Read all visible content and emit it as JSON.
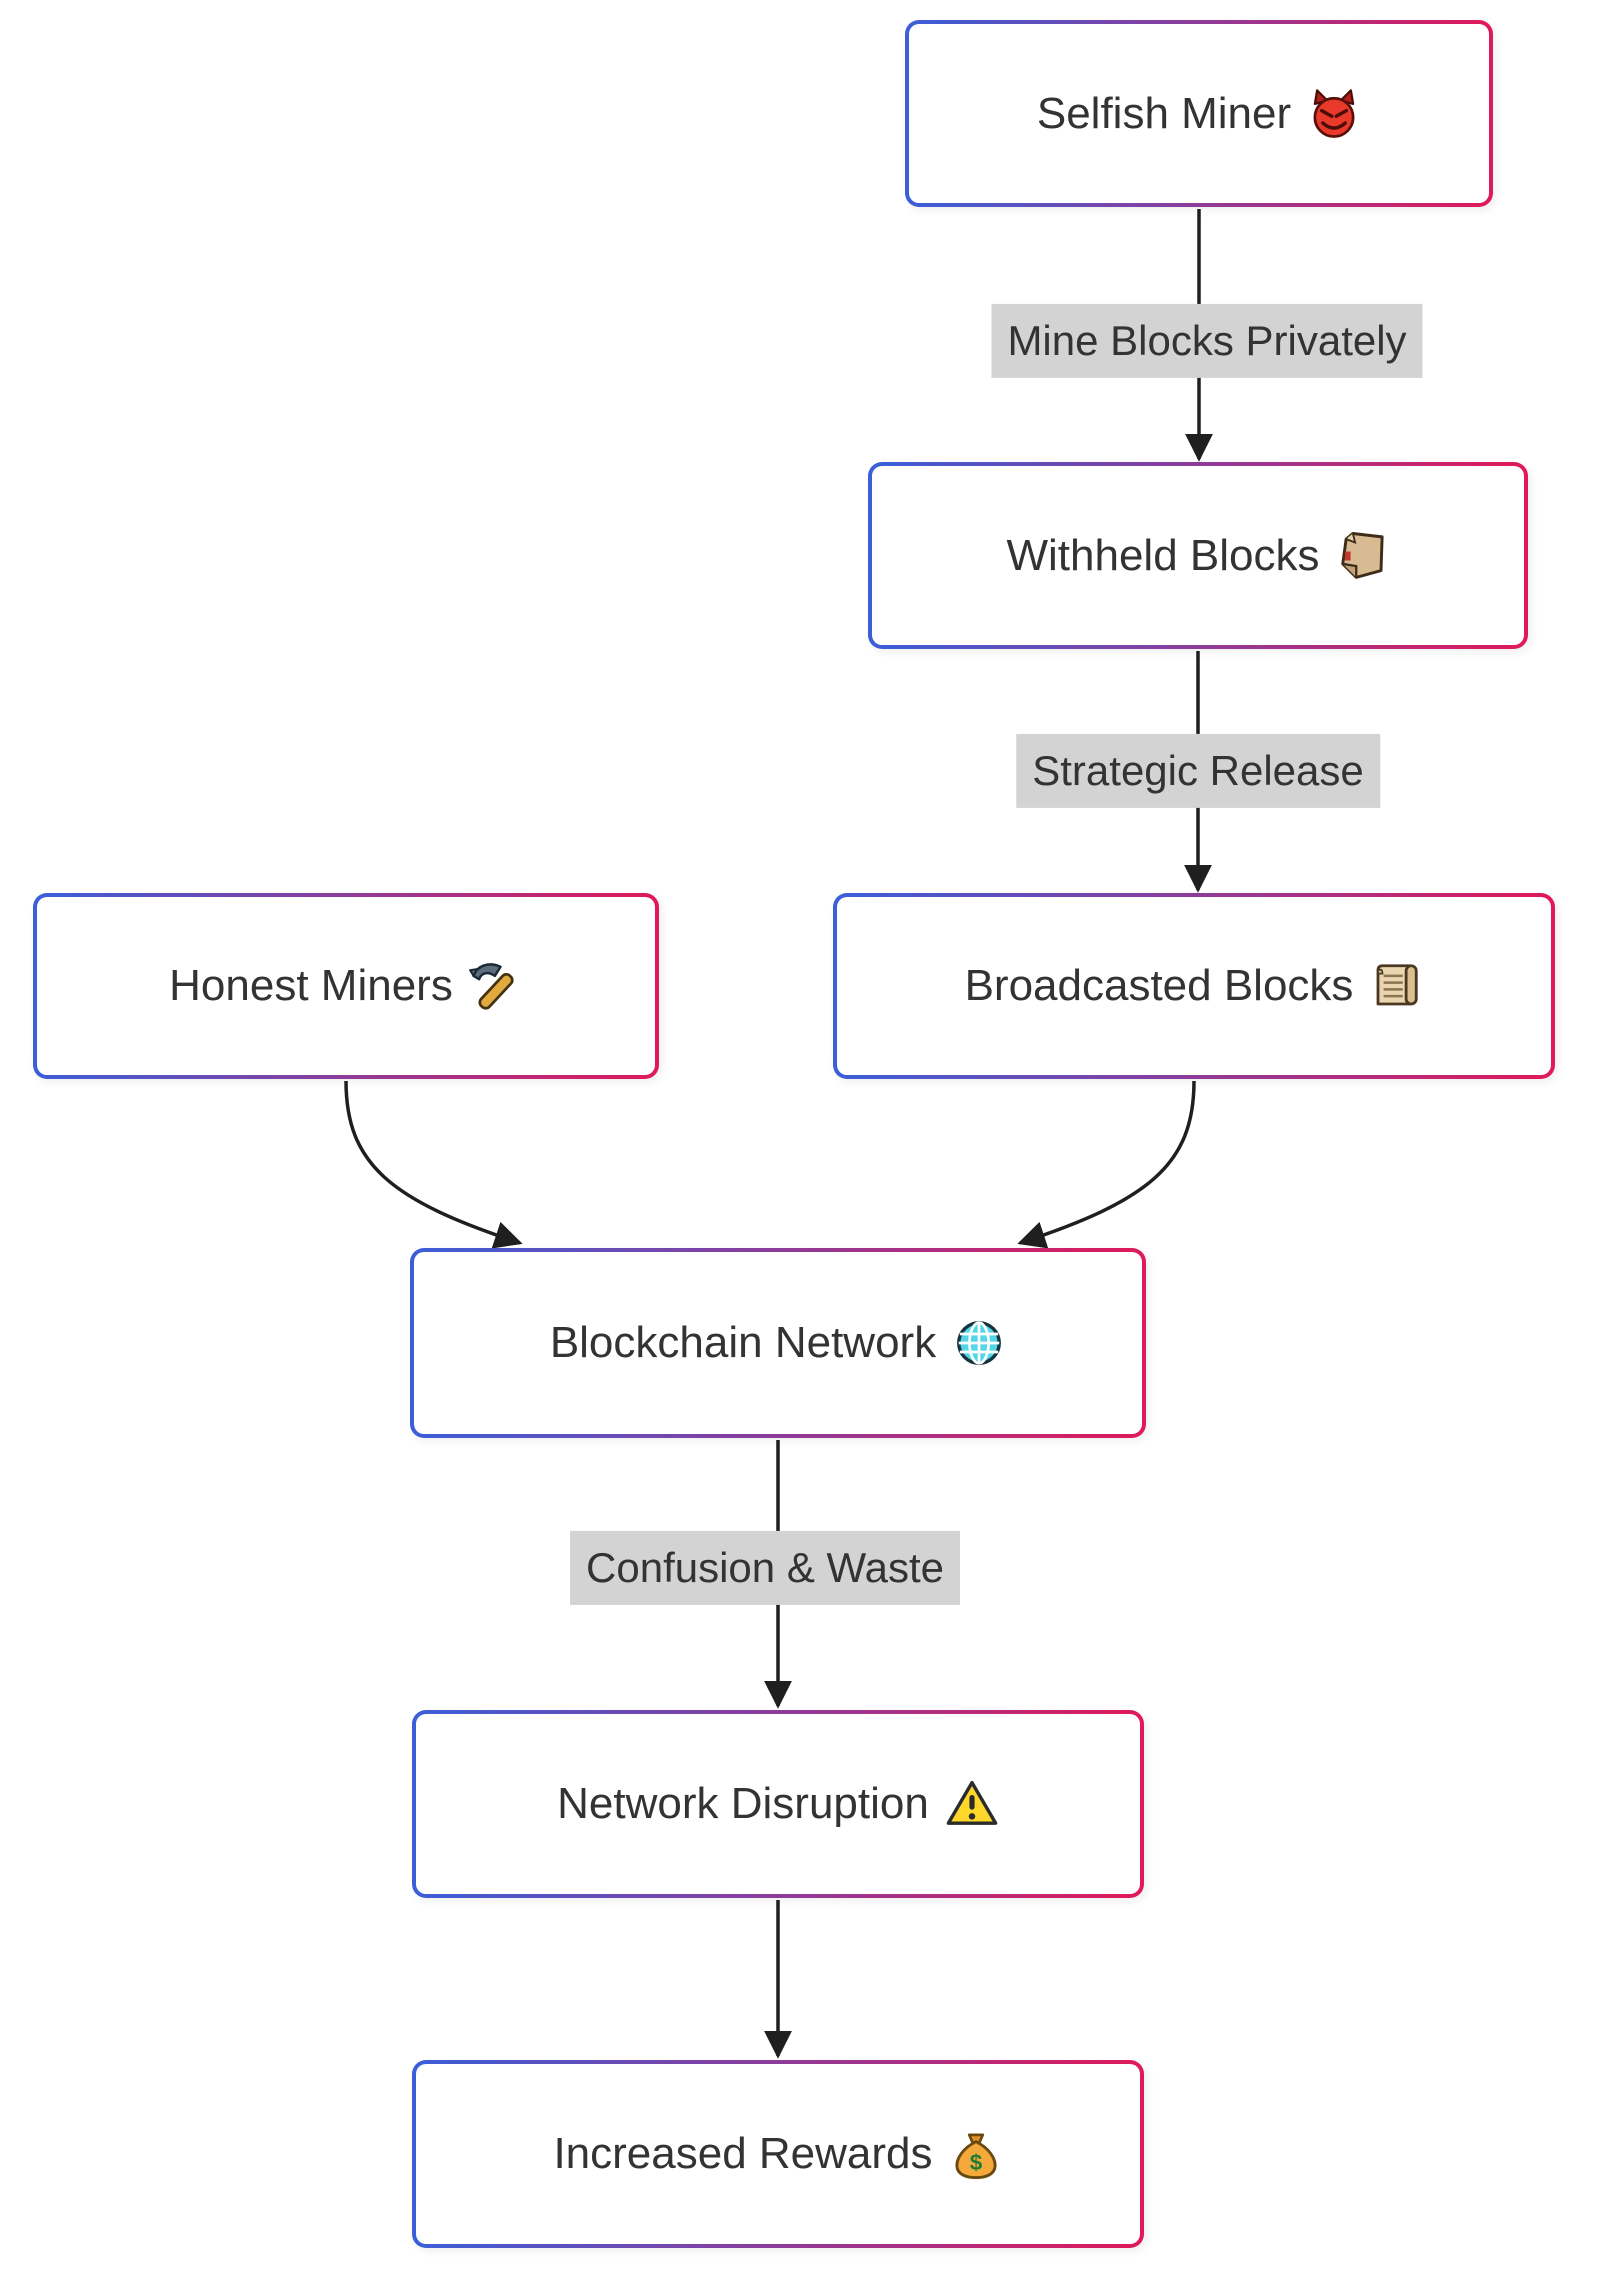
{
  "diagram_type": "flowchart",
  "colors": {
    "node_border_gradient_start": "#3a5fd9",
    "node_border_gradient_end": "#e0195a",
    "node_fill": "#ffffff",
    "text": "#333333",
    "edge_label_background": "#d3d3d3",
    "arrow": "#1f1f1f"
  },
  "nodes": {
    "selfish_miner": {
      "label": "Selfish Miner",
      "icon": "devil-face"
    },
    "withheld_blocks": {
      "label": "Withheld Blocks",
      "icon": "package"
    },
    "honest_miners": {
      "label": "Honest Miners",
      "icon": "hammer-pick"
    },
    "broadcasted_blocks": {
      "label": "Broadcasted Blocks",
      "icon": "scroll"
    },
    "blockchain_network": {
      "label": "Blockchain Network",
      "icon": "globe"
    },
    "network_disruption": {
      "label": "Network Disruption",
      "icon": "warning"
    },
    "increased_rewards": {
      "label": "Increased Rewards",
      "icon": "money-bag"
    }
  },
  "edges": {
    "mine_privately": {
      "from": "selfish_miner",
      "to": "withheld_blocks",
      "label": "Mine Blocks Privately"
    },
    "strategic_release": {
      "from": "withheld_blocks",
      "to": "broadcasted_blocks",
      "label": "Strategic Release"
    },
    "honest_to_network": {
      "from": "honest_miners",
      "to": "blockchain_network",
      "label": ""
    },
    "broadcast_to_network": {
      "from": "broadcasted_blocks",
      "to": "blockchain_network",
      "label": ""
    },
    "confusion_waste": {
      "from": "blockchain_network",
      "to": "network_disruption",
      "label": "Confusion & Waste"
    },
    "disruption_to_rewards": {
      "from": "network_disruption",
      "to": "increased_rewards",
      "label": ""
    }
  }
}
